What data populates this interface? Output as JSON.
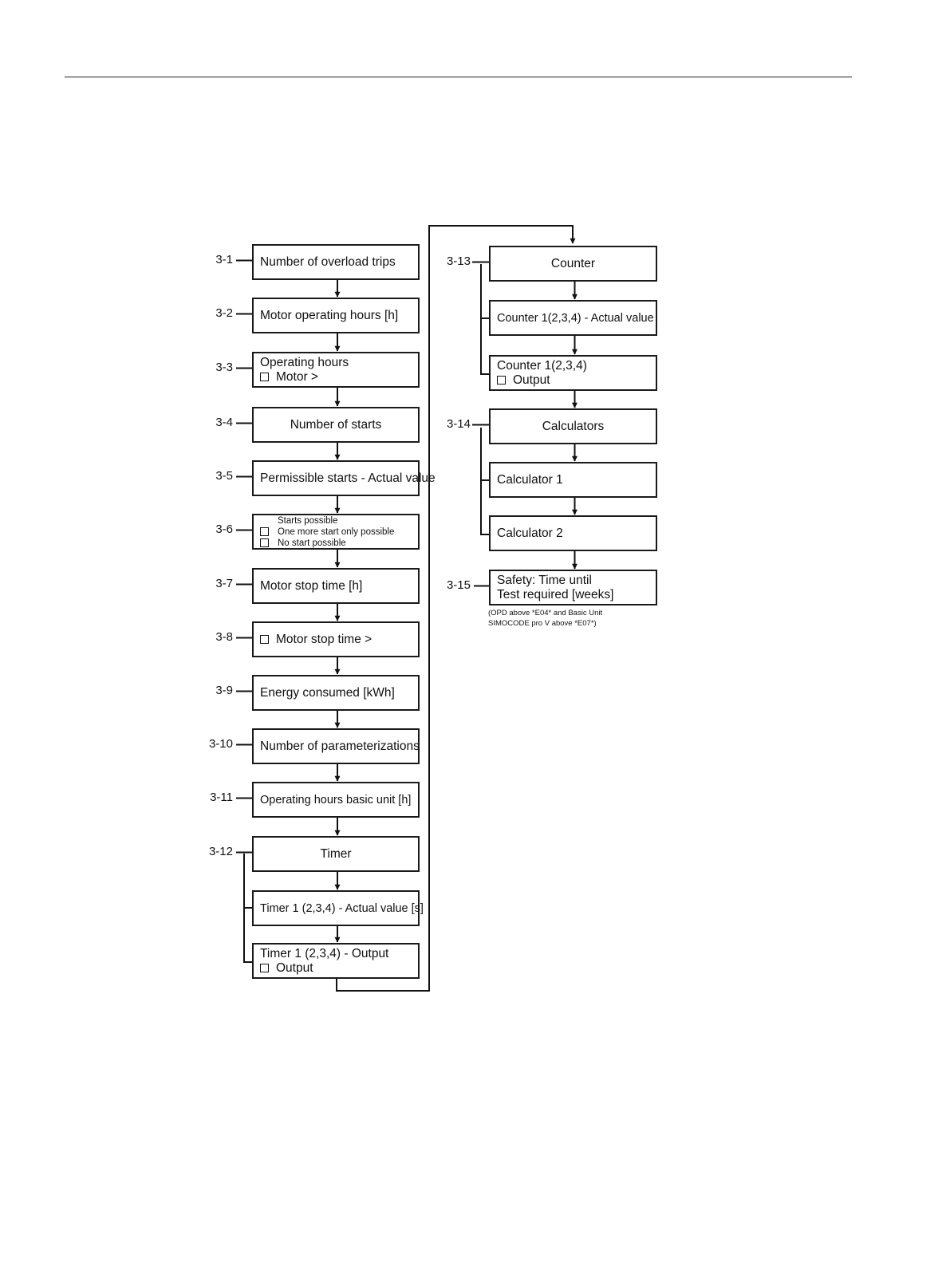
{
  "left_column": [
    {
      "id": "3-1",
      "lines": [
        {
          "text": "Number of overload trips"
        }
      ]
    },
    {
      "id": "3-2",
      "lines": [
        {
          "text": "Motor operating hours [h]"
        }
      ]
    },
    {
      "id": "3-3",
      "lines": [
        {
          "text": "Operating hours"
        },
        {
          "text": "Motor >",
          "checkbox": true
        }
      ]
    },
    {
      "id": "3-4",
      "lines": [
        {
          "text": "Number of starts"
        }
      ]
    },
    {
      "id": "3-5",
      "lines": [
        {
          "text": "Permissible starts - Actual value"
        }
      ]
    },
    {
      "id": "3-6",
      "lines": [
        {
          "text": "Starts possible"
        },
        {
          "text": "One more start only possible",
          "checkbox": true
        },
        {
          "text": "No start possible",
          "checkbox": true
        }
      ]
    },
    {
      "id": "3-7",
      "lines": [
        {
          "text": "Motor stop time [h]"
        }
      ]
    },
    {
      "id": "3-8",
      "lines": [
        {
          "text": "Motor stop time >",
          "checkbox": true
        }
      ]
    },
    {
      "id": "3-9",
      "lines": [
        {
          "text": "Energy consumed [kWh]"
        }
      ]
    },
    {
      "id": "3-10",
      "lines": [
        {
          "text": "Number of parameterizations"
        }
      ]
    },
    {
      "id": "3-11",
      "lines": [
        {
          "text": "Operating hours basic unit [h]"
        }
      ]
    },
    {
      "id": "3-12",
      "lines": [
        {
          "text": "Timer"
        }
      ]
    },
    {
      "id": "",
      "lines": [
        {
          "text": "Timer 1 (2,3,4) - Actual value [s]"
        }
      ]
    },
    {
      "id": "",
      "lines": [
        {
          "text": "Timer 1 (2,3,4) - Output"
        },
        {
          "text": "Output",
          "checkbox": true
        }
      ]
    }
  ],
  "right_column": [
    {
      "id": "3-13",
      "lines": [
        {
          "text": "Counter"
        }
      ]
    },
    {
      "id": "",
      "lines": [
        {
          "text": "Counter 1(2,3,4) - Actual value"
        }
      ]
    },
    {
      "id": "",
      "lines": [
        {
          "text": "Counter 1(2,3,4)"
        },
        {
          "text": "Output",
          "checkbox": true
        }
      ]
    },
    {
      "id": "3-14",
      "lines": [
        {
          "text": "Calculators"
        }
      ]
    },
    {
      "id": "",
      "lines": [
        {
          "text": "Calculator 1"
        }
      ]
    },
    {
      "id": "",
      "lines": [
        {
          "text": "Calculator 2"
        }
      ]
    },
    {
      "id": "3-15",
      "lines": [
        {
          "text": "Safety: Time until"
        },
        {
          "text": "Test required [weeks]"
        }
      ]
    }
  ],
  "footnote": [
    "(OPD above *E04* and Basic Unit",
    "SIMOCODE pro V above *E07*)"
  ]
}
